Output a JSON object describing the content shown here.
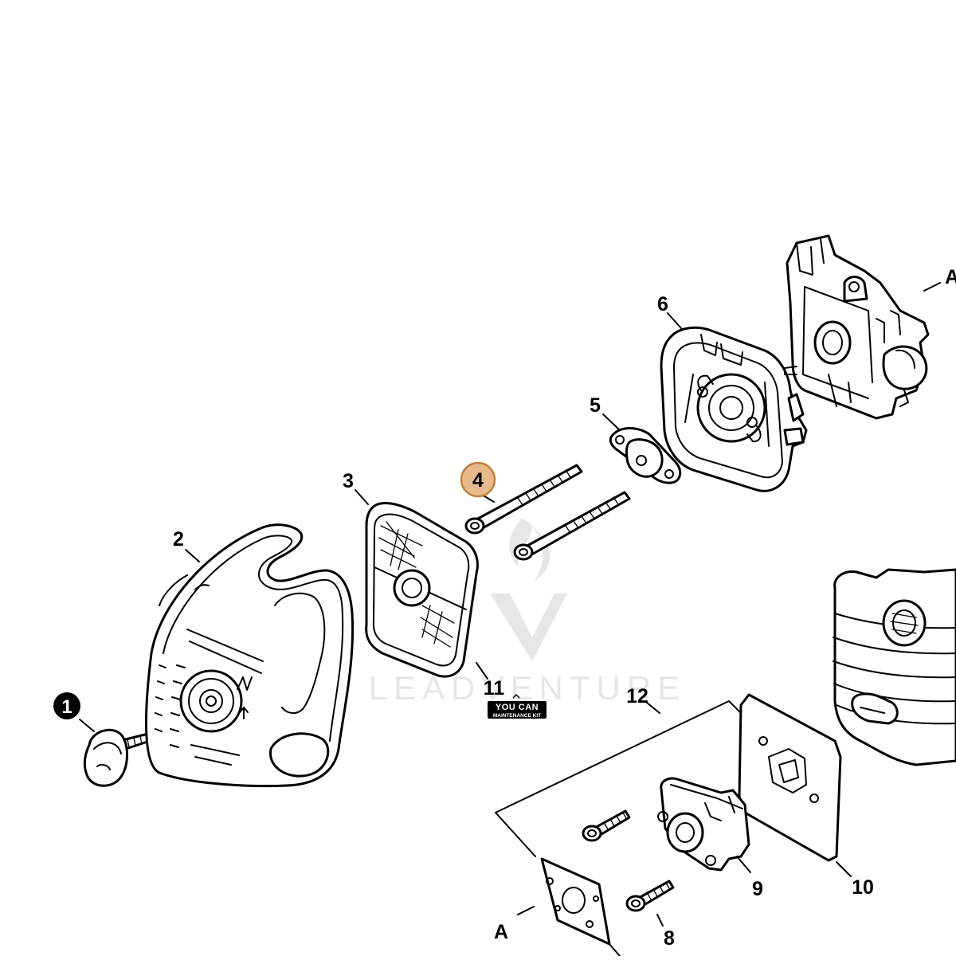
{
  "diagram": {
    "callouts": [
      {
        "id": "1",
        "label": "1",
        "style": "filled-black"
      },
      {
        "id": "2",
        "label": "2",
        "style": "plain"
      },
      {
        "id": "3",
        "label": "3",
        "style": "plain"
      },
      {
        "id": "4",
        "label": "4",
        "style": "highlighted"
      },
      {
        "id": "5",
        "label": "5",
        "style": "plain"
      },
      {
        "id": "6",
        "label": "6",
        "style": "plain"
      },
      {
        "id": "8",
        "label": "8",
        "style": "plain"
      },
      {
        "id": "9",
        "label": "9",
        "style": "plain"
      },
      {
        "id": "10",
        "label": "10",
        "style": "plain"
      },
      {
        "id": "11",
        "label": "11",
        "style": "plain"
      },
      {
        "id": "12",
        "label": "12",
        "style": "plain"
      }
    ],
    "ref_marks": {
      "top": "A",
      "bottom": "A"
    },
    "kit_badge": {
      "line1": "YOU CAN",
      "line2": "MAINTENANCE KIT"
    },
    "watermark": "LEADVENTURE",
    "colors": {
      "highlight_fill": "#e8b98a",
      "highlight_stroke": "#c47f3c",
      "ink": "#000000",
      "watermark": "#e6e6e6"
    }
  }
}
